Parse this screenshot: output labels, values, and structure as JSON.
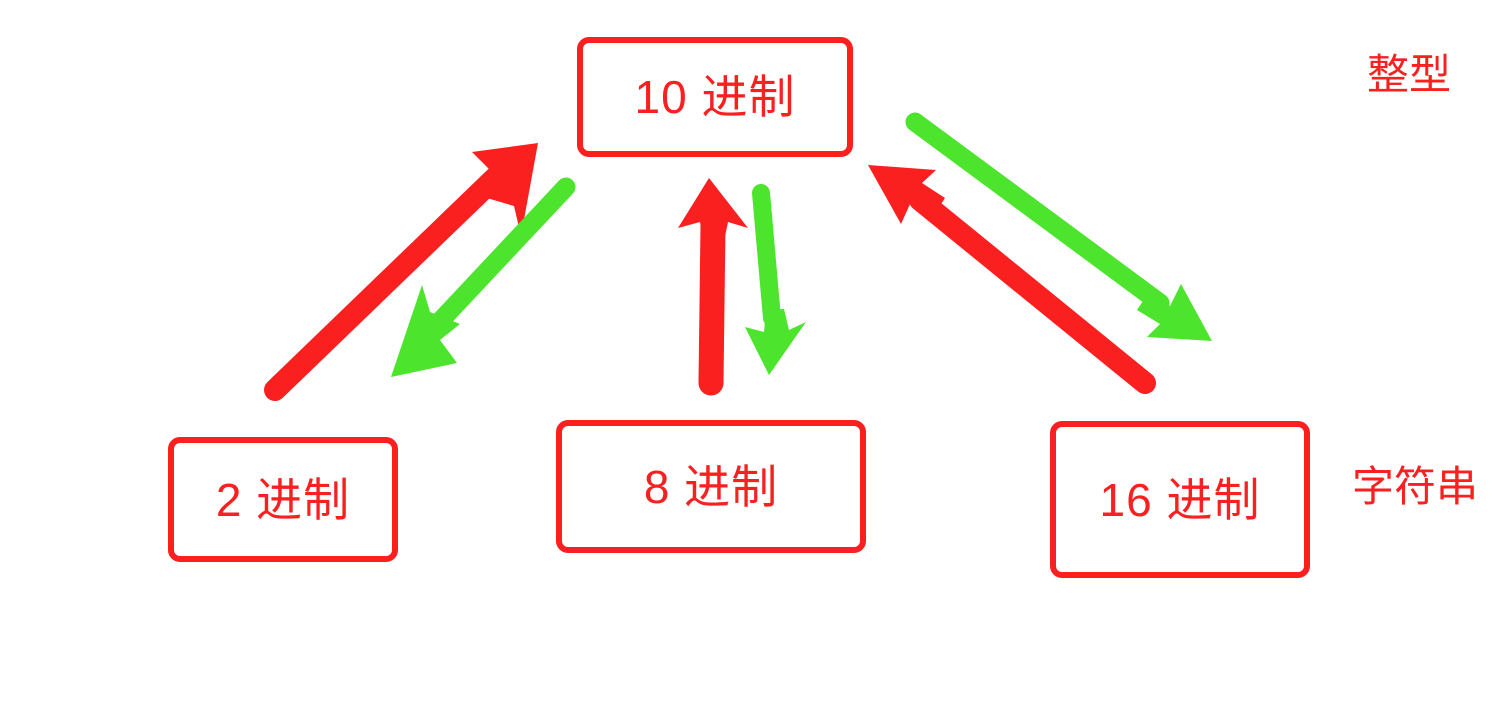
{
  "diagram": {
    "title_colors": {
      "box_border": "#fa2020",
      "text": "#fa2020",
      "arrow_to_int": "#fa2020",
      "arrow_to_str": "#4ce42c",
      "background": "#ffffff"
    },
    "nodes": [
      {
        "id": "decimal",
        "label": "10 进制",
        "category": "整型"
      },
      {
        "id": "binary",
        "label": "2 进制",
        "category": "字符串"
      },
      {
        "id": "octal",
        "label": "8 进制",
        "category": "字符串"
      },
      {
        "id": "hexadecimal",
        "label": "16 进制",
        "category": "字符串"
      }
    ],
    "side_labels": {
      "top_right": "整型",
      "bottom_right": "字符串"
    },
    "edges": [
      {
        "id": "bin-to-dec",
        "from": "binary",
        "to": "decimal",
        "color": "#fa2020",
        "direction": "up-right",
        "semantic": "string-to-int"
      },
      {
        "id": "dec-to-bin",
        "from": "decimal",
        "to": "binary",
        "color": "#4ce42c",
        "direction": "down-left",
        "semantic": "int-to-string"
      },
      {
        "id": "oct-to-dec",
        "from": "octal",
        "to": "decimal",
        "color": "#fa2020",
        "direction": "up",
        "semantic": "string-to-int"
      },
      {
        "id": "dec-to-oct",
        "from": "decimal",
        "to": "octal",
        "color": "#4ce42c",
        "direction": "down",
        "semantic": "int-to-string"
      },
      {
        "id": "hex-to-dec",
        "from": "hexadecimal",
        "to": "decimal",
        "color": "#fa2020",
        "direction": "up-left",
        "semantic": "string-to-int"
      },
      {
        "id": "dec-to-hex",
        "from": "decimal",
        "to": "hexadecimal",
        "color": "#4ce42c",
        "direction": "down-right",
        "semantic": "int-to-string"
      }
    ]
  }
}
